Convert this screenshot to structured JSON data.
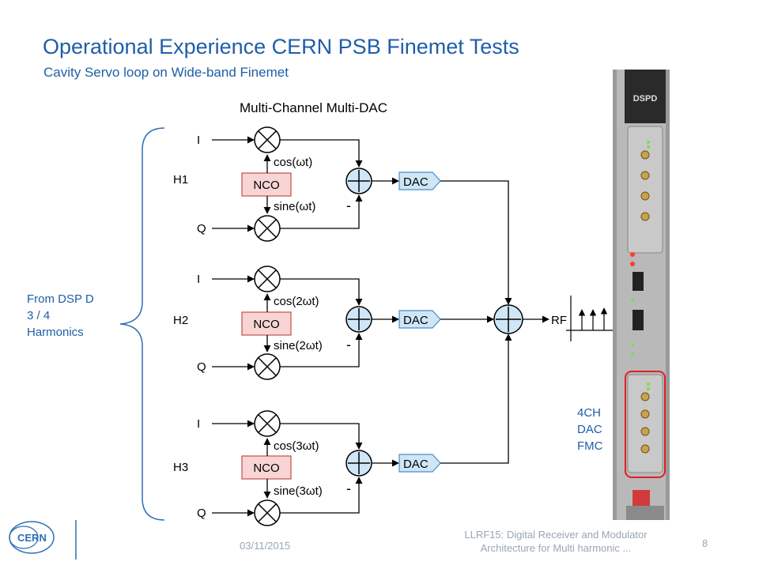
{
  "header": {
    "title": "Operational Experience CERN PSB Finemet Tests",
    "subtitle": "Cavity Servo loop on Wide-band Finemet"
  },
  "diagram": {
    "heading": "Multi-Channel Multi-DAC",
    "input_label": [
      "From DSP D",
      "3 / 4",
      "Harmonics"
    ],
    "rf_label": "RF",
    "channels": [
      {
        "name": "H1",
        "i": "I",
        "q": "Q",
        "nco": "NCO",
        "cos": "cos(ωt)",
        "sin": "sine(ωt)",
        "minus": "-",
        "dac": "DAC"
      },
      {
        "name": "H2",
        "i": "I",
        "q": "Q",
        "nco": "NCO",
        "cos": "cos(2ωt)",
        "sin": "sine(2ωt)",
        "minus": "-",
        "dac": "DAC"
      },
      {
        "name": "H3",
        "i": "I",
        "q": "Q",
        "nco": "NCO",
        "cos": "cos(3ωt)",
        "sin": "sine(3ωt)",
        "minus": "-",
        "dac": "DAC"
      }
    ]
  },
  "board": {
    "label": "DSPD",
    "fmc_label": [
      "4CH",
      "DAC",
      "FMC"
    ],
    "highlight_color": "#e02020"
  },
  "footer": {
    "date": "03/11/2015",
    "note_line1": "LLRF15: Digital Receiver and Modulator",
    "note_line2": "Architecture for Multi harmonic ...",
    "page": "8"
  },
  "colors": {
    "title": "#1f5ea8",
    "nco_fill": "#f9d4d4",
    "nco_stroke": "#c0504d",
    "dac_fill": "#cfe6f6",
    "dac_stroke": "#4a8cc9",
    "summer_fill": "#cfe6f6"
  }
}
